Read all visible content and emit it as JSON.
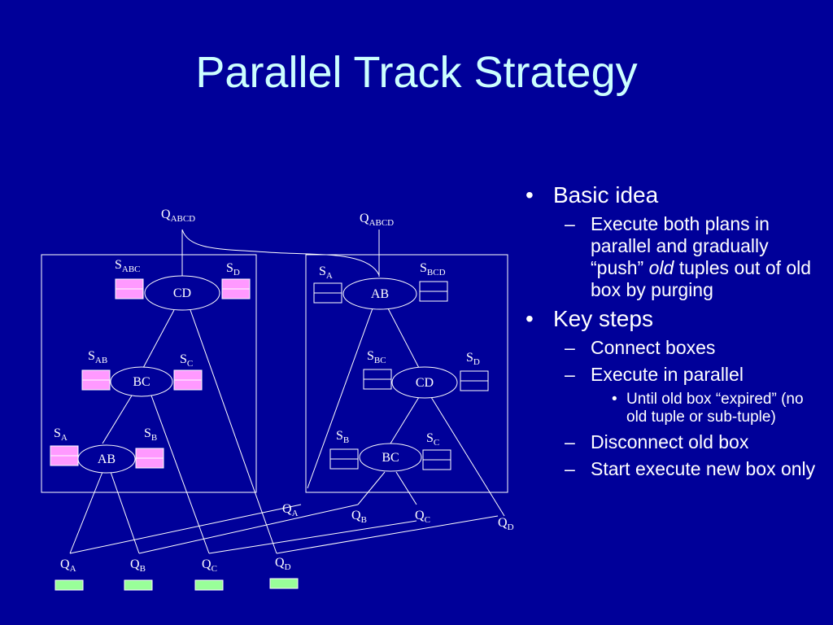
{
  "slide": {
    "title": "Parallel Track Strategy"
  },
  "colors": {
    "background": "#000099",
    "title": "#ccffff",
    "line": "#ffffff",
    "state_old": "#ff99ff",
    "state_new": "#000099",
    "output_queue": "#99ff99"
  },
  "diagram": {
    "old_plan": {
      "root_output": {
        "base": "Q",
        "sub": "ABCD"
      },
      "operators": [
        "CD",
        "BC",
        "AB"
      ],
      "states": [
        {
          "base": "S",
          "sub": "ABC"
        },
        {
          "base": "S",
          "sub": "D"
        },
        {
          "base": "S",
          "sub": "AB"
        },
        {
          "base": "S",
          "sub": "C"
        },
        {
          "base": "S",
          "sub": "A"
        },
        {
          "base": "S",
          "sub": "B"
        }
      ]
    },
    "new_plan": {
      "root_output": {
        "base": "Q",
        "sub": "ABCD"
      },
      "operators": [
        "AB",
        "CD",
        "BC"
      ],
      "states": [
        {
          "base": "S",
          "sub": "A"
        },
        {
          "base": "S",
          "sub": "BCD"
        },
        {
          "base": "S",
          "sub": "BC"
        },
        {
          "base": "S",
          "sub": "D"
        },
        {
          "base": "S",
          "sub": "B"
        },
        {
          "base": "S",
          "sub": "C"
        }
      ],
      "inputs": [
        {
          "base": "Q",
          "sub": "A"
        },
        {
          "base": "Q",
          "sub": "B"
        },
        {
          "base": "Q",
          "sub": "C"
        },
        {
          "base": "Q",
          "sub": "D"
        }
      ]
    },
    "input_queues": [
      {
        "base": "Q",
        "sub": "A"
      },
      {
        "base": "Q",
        "sub": "B"
      },
      {
        "base": "Q",
        "sub": "C"
      },
      {
        "base": "Q",
        "sub": "D"
      }
    ]
  },
  "bullets": {
    "basic_idea": "Basic idea",
    "execute_both_a": "Execute both plans in parallel and gradually “push”",
    "execute_both_old": "old",
    "execute_both_b": "tuples out of old box by purging",
    "key_steps": "Key steps",
    "connect_boxes": "Connect boxes",
    "execute_parallel": "Execute in parallel",
    "until_expired": "Until old box “expired” (no old tuple or sub-tuple)",
    "disconnect": "Disconnect old box",
    "start_new": "Start execute new box only"
  }
}
